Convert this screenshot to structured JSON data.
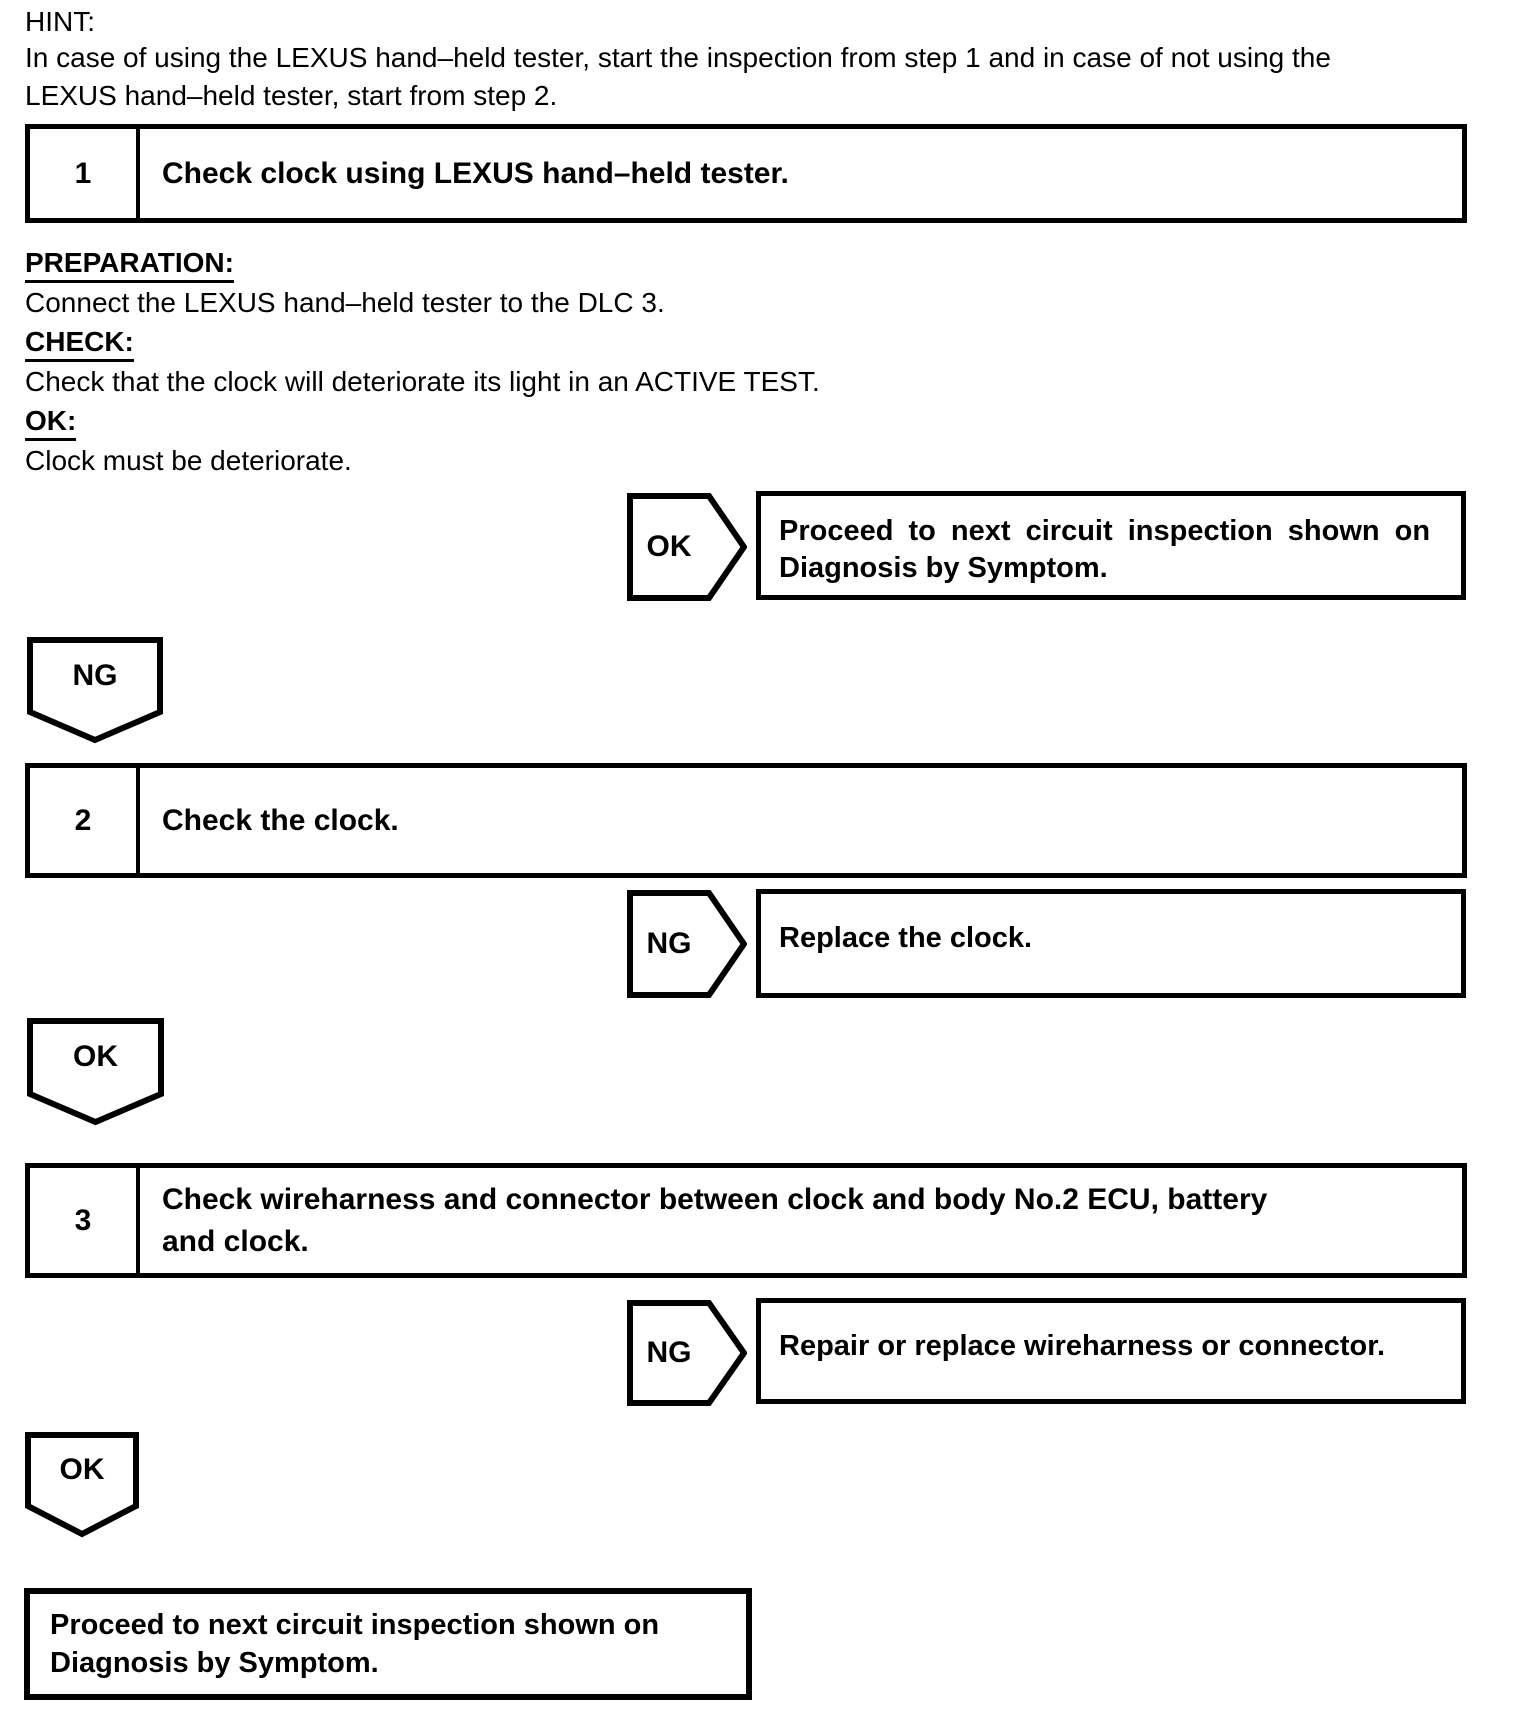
{
  "hint": {
    "label": "HINT:",
    "line1": "In case of using the LEXUS hand–held tester, start the inspection from step 1 and in case of not using the",
    "line2": "LEXUS hand–held tester, start from step 2."
  },
  "steps": [
    {
      "number": "1",
      "title": "Check clock using LEXUS hand–held tester."
    },
    {
      "number": "2",
      "title": "Check the clock."
    },
    {
      "number": "3",
      "title_line1": "Check wireharness and connector between clock and body No.2 ECU, battery",
      "title_line2": "and clock."
    }
  ],
  "details": {
    "preparation_label": "PREPARATION:",
    "preparation_text": "Connect the LEXUS hand–held tester to the DLC 3.",
    "check_label": "CHECK:",
    "check_text": "Check that the clock will deteriorate its light in an ACTIVE TEST.",
    "ok_label": "OK:",
    "ok_text": "Clock must be deteriorate."
  },
  "flow": {
    "row1": {
      "connector": "OK",
      "result_line1": "Proceed to next circuit inspection shown on",
      "result_line2": "Diagnosis by Symptom."
    },
    "down1": "NG",
    "row2": {
      "connector": "NG",
      "result": "Replace the clock."
    },
    "down2": "OK",
    "row3": {
      "connector": "NG",
      "result": "Repair or replace wireharness or connector."
    },
    "down3": "OK",
    "final": {
      "line1": "Proceed to next circuit inspection shown on",
      "line2": "Diagnosis by Symptom."
    }
  },
  "colors": {
    "ink": "#000000",
    "paper": "#ffffff"
  }
}
